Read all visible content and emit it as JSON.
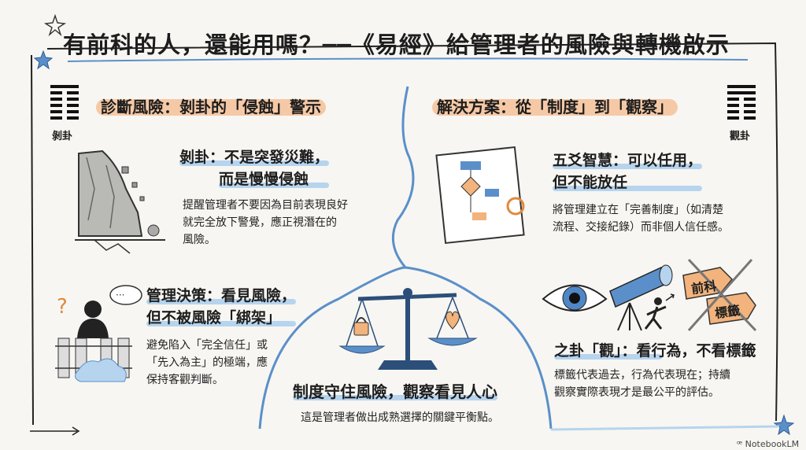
{
  "title": "有前科的人，還能用嗎？──《易經》給管理者的風險與轉機啟示",
  "left_section": {
    "pill": "診斷風險：剝卦的「侵蝕」警示",
    "hexagram_label": "剝卦",
    "block1": {
      "heading_lines": [
        "剝卦：不是突發災難，",
        "而是慢慢侵蝕"
      ],
      "body_lines": [
        "提醒管理者不要因為目前表現良好",
        "就完全放下警覺，應正視潛在的",
        "風險。"
      ]
    },
    "block2": {
      "heading_lines": [
        "管理決策：看見風險，",
        "但不被風險「綁架」"
      ],
      "body_lines": [
        "避免陷入「完全信任」或",
        "「先入為主」的極端，應",
        "保持客觀判斷。"
      ]
    }
  },
  "right_section": {
    "pill": "解決方案：從「制度」到「觀察」",
    "hexagram_label": "觀卦",
    "block1": {
      "heading_lines": [
        "五爻智慧：可以任用，",
        "但不能放任"
      ],
      "body_lines": [
        "將管理建立在「完善制度」（如清楚",
        "流程、交接紀錄）而非個人信任感。"
      ]
    },
    "block2": {
      "heading_lines": [
        "之卦「觀」：看行為，不看標籤"
      ],
      "body_lines": [
        "標籤代表過去，行為代表現在；持續",
        "觀察實際表現才是最公平的評估。"
      ]
    },
    "tags": [
      "前科",
      "標籤"
    ]
  },
  "center": {
    "heading": "制度守住風險，觀察看見人心",
    "body": "這是管理者做出成熟選擇的關鍵平衡點。"
  },
  "branding": "NotebookLM",
  "colors": {
    "accent_orange": "#f6c9a6",
    "accent_blue": "#b7d4ee",
    "line_blue": "#5b8fc9",
    "ink": "#1d1d1d"
  }
}
